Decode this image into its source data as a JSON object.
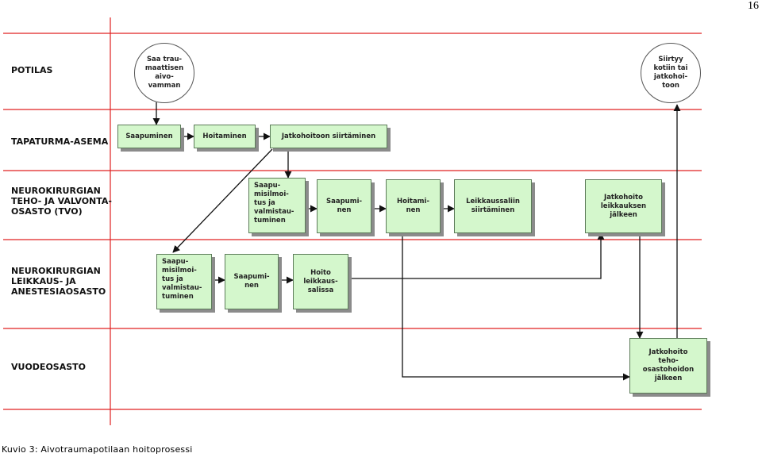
{
  "page_number": "16",
  "caption": "Kuvio 3: Aivotraumapotilaan hoitoprosessi",
  "lanes": {
    "potilas": "POTILAS",
    "tapaturma": "TAPATURMA-ASEMA",
    "tvo": "NEUROKIRURGIAN\nTEHO- JA VALVONTA-\nOSASTO (TVO)",
    "leikkaus": "NEUROKIRURGIAN\nLEIKKAUS- JA\nANESTESIAOSASTO",
    "vuodeosasto": "VUODEOSASTO"
  },
  "nodes": {
    "start": "Saa trau-\nmaattisen\naivo-\nvamman",
    "end": "Siirtyy\nkotiin tai\njatkohoi-\ntoon",
    "ta_saapuminen": "Saapuminen",
    "ta_hoitaminen": "Hoitaminen",
    "ta_siirtaminen": "Jatkohoitoon siirtäminen",
    "tvo_valmistautuminen": "Saapu-\nmisilmoi-\ntus ja\nvalmistau-\ntuminen",
    "tvo_saapuminen": "Saapumi-\nnen",
    "tvo_hoitaminen": "Hoitami-\nnen",
    "tvo_leikkaussaliin": "Leikkaussaliin\nsiirtäminen",
    "tvo_jatkohoito": "Jatkohoito\nleikkauksen\njälkeen",
    "lk_valmistautuminen": "Saapu-\nmisilmoi-\ntus ja\nvalmistau-\ntuminen",
    "lk_saapuminen": "Saapumi-\nnen",
    "lk_hoito": "Hoito\nleikkaus-\nsalissa",
    "vo_jatkohoito": "Jatkohoito\nteho-\nosastohoidon\njälkeen"
  },
  "colors": {
    "lane_lines": "#e02020",
    "box_fill": "#d4f7cc",
    "box_border": "#5c7b59",
    "shadow": "#8b8b8b",
    "arrows": "#111111"
  }
}
